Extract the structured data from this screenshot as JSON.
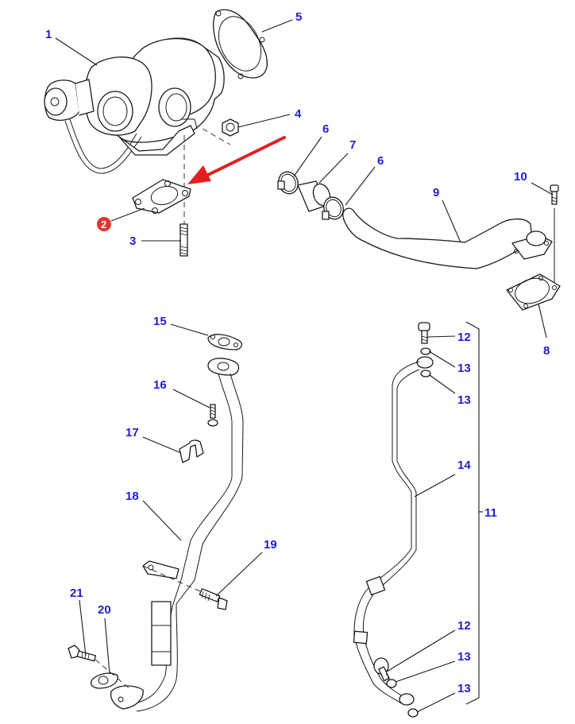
{
  "diagram": {
    "title": "Turbocharger assembly exploded parts diagram",
    "label_color": "#1f1fd0",
    "highlight_color": "#e02020",
    "highlighted_part": "2",
    "labels": [
      {
        "id": "1",
        "part": "turbocharger"
      },
      {
        "id": "2",
        "part": "turbo-mounting-gasket",
        "highlighted": true
      },
      {
        "id": "3",
        "part": "stud"
      },
      {
        "id": "4",
        "part": "nut"
      },
      {
        "id": "5",
        "part": "outlet-gasket"
      },
      {
        "id": "6a",
        "text": "6",
        "part": "hose-clamp"
      },
      {
        "id": "7",
        "part": "hose-sleeve"
      },
      {
        "id": "6b",
        "text": "6",
        "part": "hose-clamp"
      },
      {
        "id": "8",
        "part": "flange-gasket"
      },
      {
        "id": "9",
        "part": "air-pipe"
      },
      {
        "id": "10",
        "part": "bolt"
      },
      {
        "id": "11",
        "part": "oil-feed-line-assembly"
      },
      {
        "id": "12a",
        "text": "12",
        "part": "banjo-bolt"
      },
      {
        "id": "13a",
        "text": "13",
        "part": "washer"
      },
      {
        "id": "13b",
        "text": "13",
        "part": "washer"
      },
      {
        "id": "14",
        "part": "oil-feed-tube"
      },
      {
        "id": "12b",
        "text": "12",
        "part": "banjo-bolt"
      },
      {
        "id": "13c",
        "text": "13",
        "part": "washer"
      },
      {
        "id": "13d",
        "text": "13",
        "part": "washer"
      },
      {
        "id": "15",
        "part": "drain-gasket"
      },
      {
        "id": "16",
        "part": "bolt"
      },
      {
        "id": "17",
        "part": "clip"
      },
      {
        "id": "18",
        "part": "oil-drain-tube"
      },
      {
        "id": "19",
        "part": "bolt"
      },
      {
        "id": "20",
        "part": "gasket"
      },
      {
        "id": "21",
        "part": "bolt"
      }
    ],
    "text": {
      "l1": "1",
      "l2": "2",
      "l3": "3",
      "l4": "4",
      "l5": "5",
      "l6a": "6",
      "l7": "7",
      "l6b": "6",
      "l8": "8",
      "l9": "9",
      "l10": "10",
      "l11": "11",
      "l12a": "12",
      "l13a": "13",
      "l13b": "13",
      "l14": "14",
      "l12b": "12",
      "l13c": "13",
      "l13d": "13",
      "l15": "15",
      "l16": "16",
      "l17": "17",
      "l18": "18",
      "l19": "19",
      "l20": "20",
      "l21": "21"
    }
  }
}
